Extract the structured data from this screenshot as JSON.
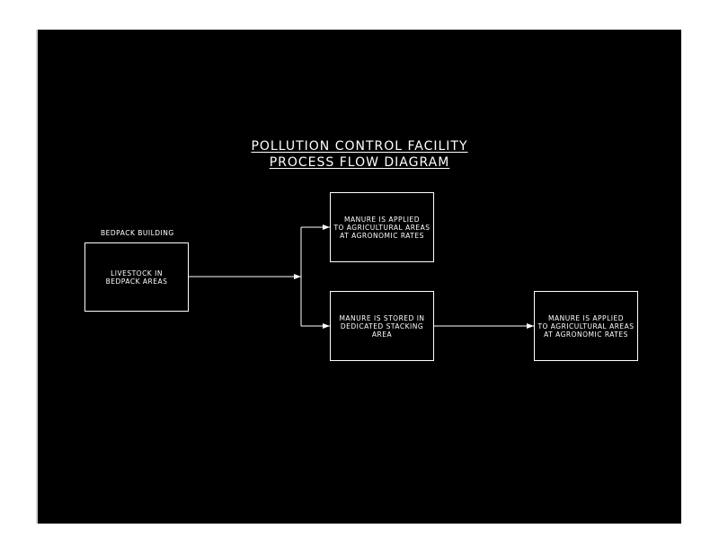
{
  "diagram": {
    "title_line1": "POLLUTION CONTROL FACILITY",
    "title_line2": "PROCESS FLOW DIAGRAM",
    "building_label": "BEDPACK BUILDING",
    "nodes": {
      "livestock": {
        "line1": "LIVESTOCK IN",
        "line2": "BEDPACK AREAS"
      },
      "applied_top": {
        "line1": "MANURE IS APPLIED",
        "line2": "TO AGRICULTURAL AREAS",
        "line3": "AT AGRONOMIC RATES"
      },
      "stored": {
        "line1": "MANURE IS STORED IN",
        "line2": "DEDICATED STACKING AREA"
      },
      "applied_right": {
        "line1": "MANURE IS APPLIED",
        "line2": "TO AGRICULTURAL AREAS",
        "line3": "AT AGRONOMIC RATES"
      }
    },
    "colors": {
      "background": "#000000",
      "stroke": "#ffffff"
    }
  }
}
